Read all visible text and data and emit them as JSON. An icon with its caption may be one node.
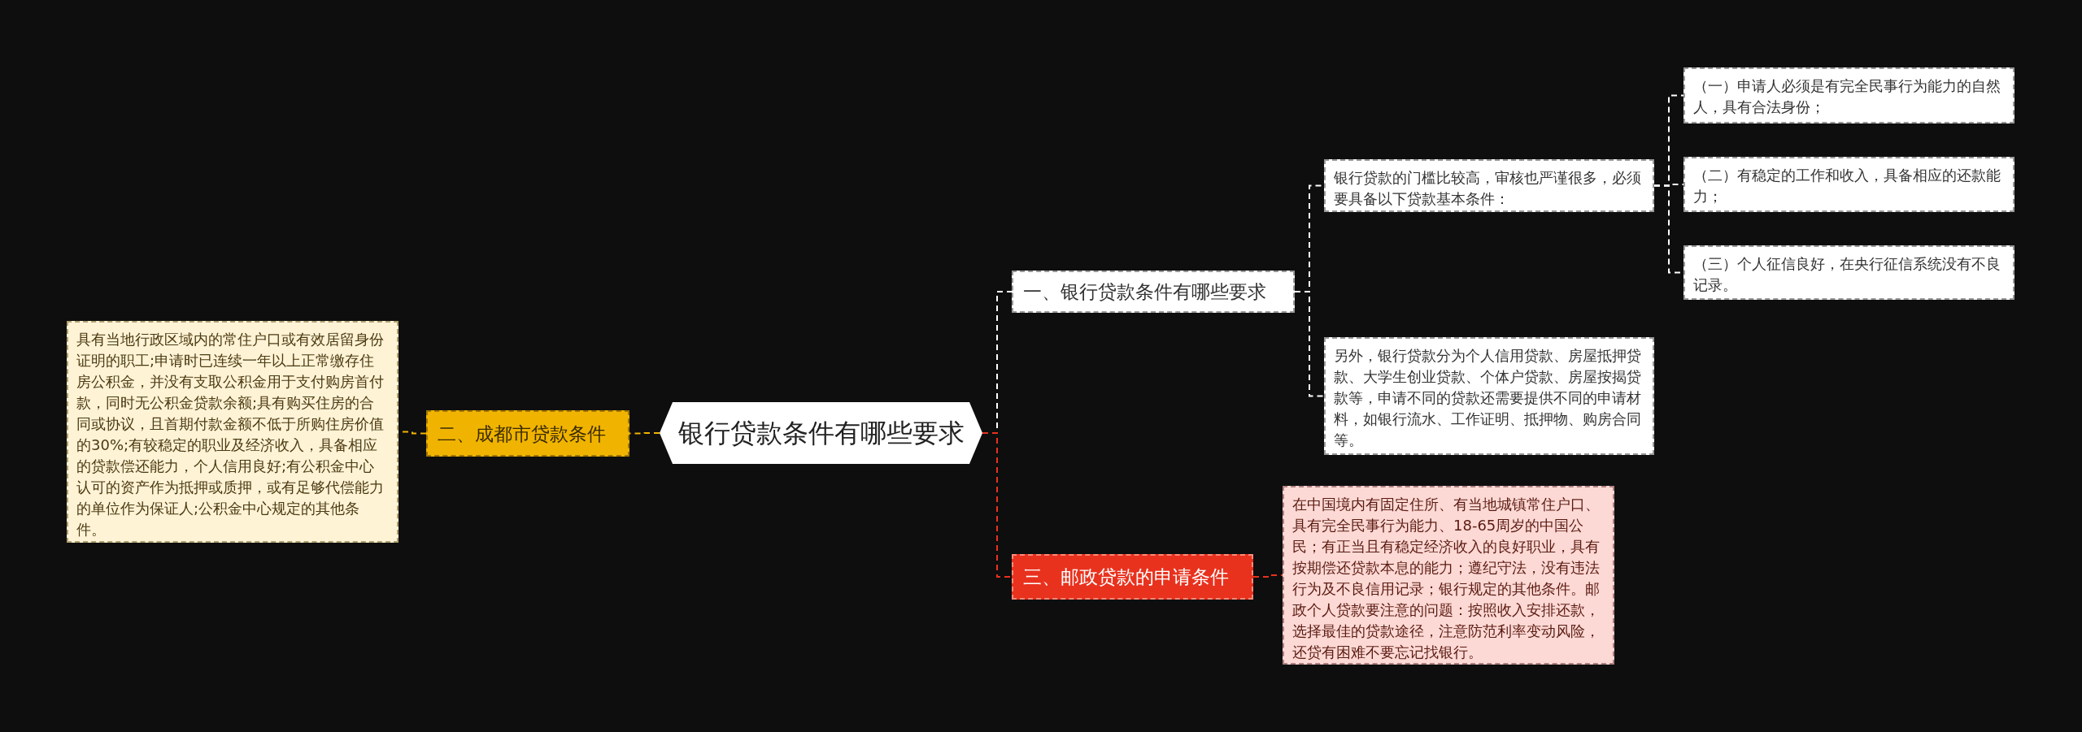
{
  "diagram": {
    "nodes": [
      {
        "text": [
          "银行贷款条件有哪些要求"
        ]
      },
      {
        "text": [
          "一、银行贷款条件有哪些要求"
        ]
      },
      {
        "text": [
          "银行贷款的门槛比较高，审核也严谨很多，必须要具备以下贷款基本条件："
        ]
      },
      {
        "text": [
          "（一）申请人必须是有完全民事行为能力的自然人，具有合法身份；"
        ]
      },
      {
        "text": [
          "（二）有稳定的工作和收入，具备相应的还款能力；"
        ]
      },
      {
        "text": [
          "（三）个人征信良好，在央行征信系统没有不良记录。"
        ]
      },
      {
        "text": [
          "另外，银行贷款分为个人信用贷款、房屋抵押贷款、大学生创业贷款、个体户贷款、房屋按揭贷款等，申请不同的贷款还需要提供不同的申请材料，如银行流水、工作证明、抵押物、购房合同等。"
        ]
      },
      {
        "text": [
          "三、邮政贷款的申请条件"
        ]
      },
      {
        "text": [
          "在中国境内有固定住所、有当地城镇常住户口、具有完全民事行为能力、18-65周岁的中国公民；有正当且有稳定经济收入的良好职业，具有按期偿还贷款本息的能力；遵纪守法，没有违法行为及不良信用记录；银行规定的其他条件。邮政个人贷款要注意的问题：按照收入安排还款，选择最佳的贷款途径，注意防范利率变动风险，还贷有困难不要忘记找银行。"
        ]
      },
      {
        "text": [
          "二、成都市贷款条件"
        ]
      },
      {
        "text": [
          "具有当地行政区域内的常住户口或有效居留身份证明的职工;申请时已连续一年以上正常缴存住房公积金，并没有支取公积金用于支付购房首付款，同时无公积金贷款余额;具有购买住房的合同或协议，且首期付款金额不低于所购住房价值的30%;有较稳定的职业及经济收入，具备相应的贷款偿还能力，个人信用良好;有公积金中心认可的资产作为抵押或质押，或有足够代偿能力的单位作为保证人;公积金中心规定的其他条件。"
        ]
      }
    ],
    "edges": [
      {
        "from": 0,
        "to": 1,
        "arrow": "none"
      },
      {
        "from": 1,
        "to": 2,
        "arrow": "none"
      },
      {
        "from": 2,
        "to": 3,
        "arrow": "none"
      },
      {
        "from": 2,
        "to": 4,
        "arrow": "none"
      },
      {
        "from": 2,
        "to": 5,
        "arrow": "none"
      },
      {
        "from": 1,
        "to": 6,
        "arrow": "none"
      },
      {
        "from": 0,
        "to": 7,
        "arrow": "none",
        "color": "#e8321e"
      },
      {
        "from": 7,
        "to": 8,
        "arrow": "none",
        "color": "#e8321e"
      },
      {
        "from": 0,
        "to": 9,
        "arrow": "none",
        "color": "#f0b400"
      },
      {
        "from": 9,
        "to": 10,
        "arrow": "none",
        "color": "#f0b400"
      }
    ]
  }
}
